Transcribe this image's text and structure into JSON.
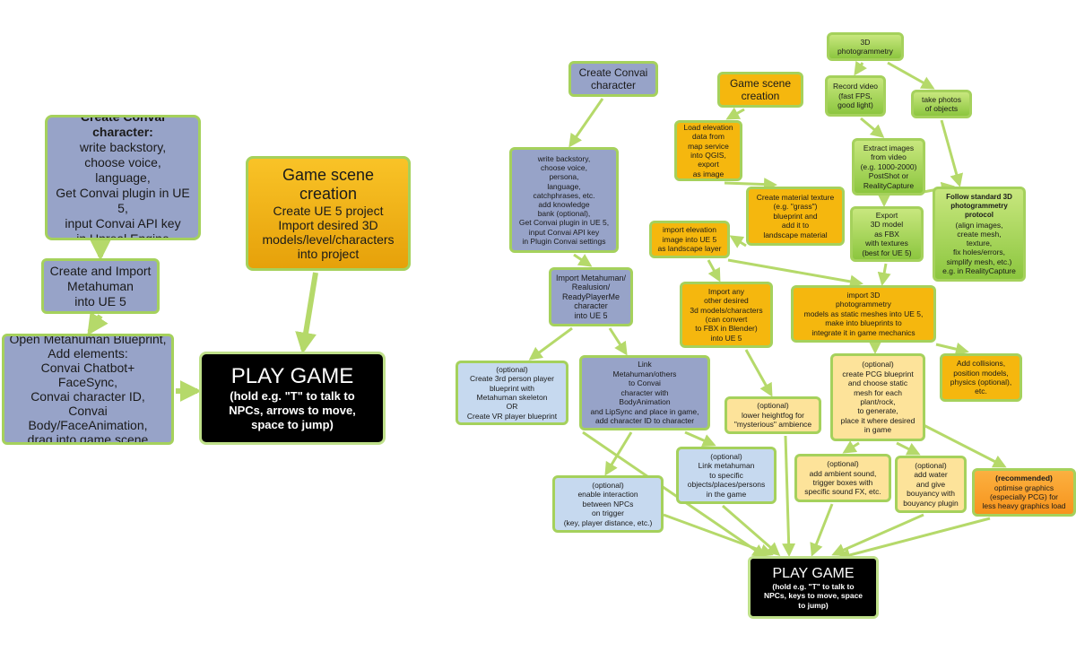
{
  "left": {
    "convai": {
      "title": "Create Convai character:",
      "body": "write backstory,\nchoose voice,\nlanguage,\nGet Convai plugin in UE 5,\ninput Convai API key\nin Unreal Engine"
    },
    "metahuman": {
      "label": "Create and Import\nMetahuman\ninto UE 5"
    },
    "blueprint": {
      "label": "Open Metahuman Blueprint,\nAdd elements:\nConvai Chatbot+\nFaceSync,\nConvai character ID,\nConvai Body/FaceAnimation,\ndrag into game scene"
    },
    "scene": {
      "title": "Game scene\ncreation",
      "body": "Create UE 5 project\nImport desired 3D\nmodels/level/characters\ninto project"
    },
    "play": {
      "title": "PLAY GAME",
      "body": "(hold e.g. \"T\" to talk to\nNPCs, arrows to move,\nspace to jump)"
    }
  },
  "right": {
    "create_convai": {
      "label": "Create Convai\ncharacter"
    },
    "backstory": {
      "label": "write backstory,\nchoose voice,\npersona,\nlanguage,\ncatchphrases, etc.\nadd knowledge\nbank (optional),\nGet Convai plugin in UE 5,\ninput Convai API key\nin Plugin Convai settings"
    },
    "import_meta": {
      "label": "Import Metahuman/\nRealusion/\nReadyPlayerMe\ncharacter\ninto UE 5"
    },
    "opt_player": {
      "label": "(optional)\nCreate 3rd person player\nblueprint with\nMetahuman skeleton\nOR\nCreate VR player blueprint"
    },
    "link_meta": {
      "label": "Link\nMetahuman/others\nto Convai\ncharacter with\nBodyAnimation\nand LipSync and place in game,\nadd character ID to character"
    },
    "opt_interact": {
      "label": "(optional)\nenable interaction\nbetween NPCs\non trigger\n(key, player distance, etc.)"
    },
    "opt_link_obj": {
      "label": "(optional)\nLink metahuman\nto specific\nobjects/places/persons\nin the game"
    },
    "game_scene": {
      "label": "Game scene\ncreation"
    },
    "load_elev": {
      "label": "Load elevation\ndata from\nmap service\ninto QGIS, export\nas image"
    },
    "material": {
      "label": "Create material texture\n(e.g. \"grass\")\nblueprint and\nadd it to\nlandscape material"
    },
    "import_elev": {
      "label": "import elevation\nimage into UE 5\nas landscape layer"
    },
    "import_other": {
      "label": "Import any\nother desired\n3d models/characters\n(can convert\nto FBX in Blender)\ninto UE 5"
    },
    "import_photo": {
      "label": "import 3D\nphotogrammetry\nmodels as static meshes into UE 5,\nmake into blueprints to\nintegrate it in game mechanics"
    },
    "photogrammetry": {
      "label": "3D\nphotogrammetry"
    },
    "record_video": {
      "label": "Record video\n(fast FPS,\ngood light)"
    },
    "take_photos": {
      "label": "take photos\nof objects"
    },
    "extract": {
      "label": "Extract images\nfrom video\n(e.g. 1000-2000)\nPostShot or\nRealityCapture"
    },
    "follow_std": {
      "title": "Follow standard 3D\nphotogrammetry\nprotocol",
      "body": "(align images,\ncreate mesh,\ntexture,\nfix holes/errors,\nsimplify mesh, etc.)\ne.g. in RealityCapture"
    },
    "export_fbx": {
      "label": "Export\n3D model\nas FBX\nwith textures\n(best for UE 5)"
    },
    "collisions": {
      "label": "Add collisions,\nposition models,\nphysics (optional),\netc."
    },
    "pcg": {
      "label": "(optional)\ncreate PCG blueprint\nand choose static\nmesh for each\nplant/rock,\nto generate,\nplace it where desired\nin game"
    },
    "heightfog": {
      "label": "(optional)\nlower heightfog for\n\"mysterious\" ambience"
    },
    "ambient": {
      "label": "(optional)\nadd ambient sound,\ntrigger boxes with\nspecific sound FX, etc."
    },
    "water": {
      "label": "(optional)\nadd water\nand give\nbouyancy with\nbouyancy plugin"
    },
    "optimise": {
      "title": "(recommended)",
      "body": "optimise graphics\n(especially PCG) for\nless heavy graphics load"
    },
    "play": {
      "title": "PLAY GAME",
      "body": "(hold e.g. \"T\" to talk to\nNPCs, keys to move, space\nto jump)"
    }
  },
  "colors": {
    "lavender": "#97a3c8",
    "light_blue": "#c6d9ef",
    "gold": "#f5b70e",
    "light_yellow": "#fde39a",
    "green": "#8cc63f",
    "orange": "#f7941d",
    "black": "#000000",
    "connector": "#b5d96a"
  }
}
